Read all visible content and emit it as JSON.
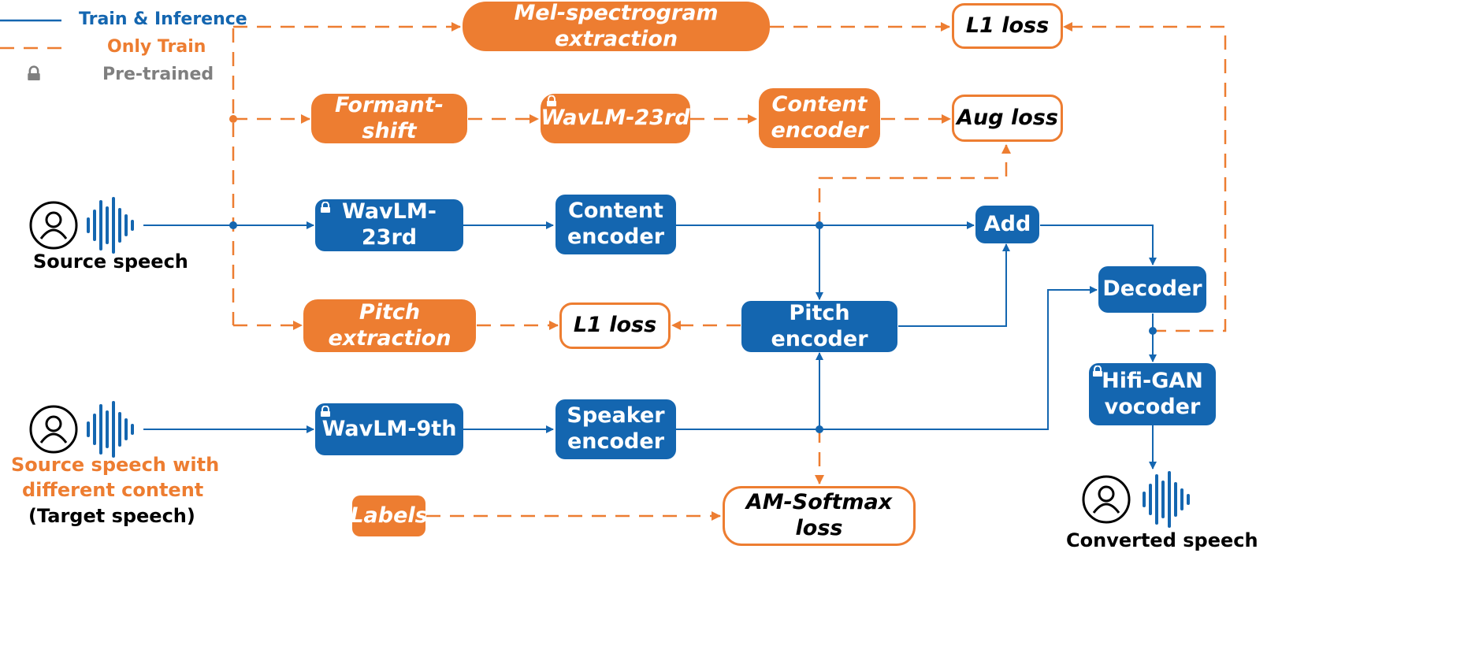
{
  "legend": {
    "train_inference": "Train & Inference",
    "only_train": "Only Train",
    "pretrained": "Pre-trained",
    "colors": {
      "blue": "#1466b0",
      "orange": "#ed7d31",
      "gray": "#7f7f7f"
    }
  },
  "inputs": {
    "source": "Source speech",
    "target_line1": "Source speech with",
    "target_line2": "different content",
    "target_line3": "(Target speech)",
    "converted": "Converted speech",
    "icons": [
      "person-icon",
      "waveform-icon"
    ]
  },
  "blocks": {
    "mel_extraction": "Mel-spectrogram extraction",
    "l1_loss_top": "L1 loss",
    "formant_shift": "Formant-shift",
    "wavlm_aug": "WavLM-23rd",
    "content_encoder_aug": "Content\nencoder",
    "aug_loss": "Aug loss",
    "wavlm_main": "WavLM-23rd",
    "content_encoder": "Content\nencoder",
    "add": "Add",
    "decoder": "Decoder",
    "pitch_extraction": "Pitch extraction",
    "l1_loss_pitch": "L1 loss",
    "pitch_encoder": "Pitch encoder",
    "hifigan": "Hifi-GAN\nvocoder",
    "wavlm_speaker": "WavLM-9th",
    "speaker_encoder": "Speaker\nencoder",
    "labels": "Labels",
    "am_softmax": "AM-Softmax loss"
  }
}
